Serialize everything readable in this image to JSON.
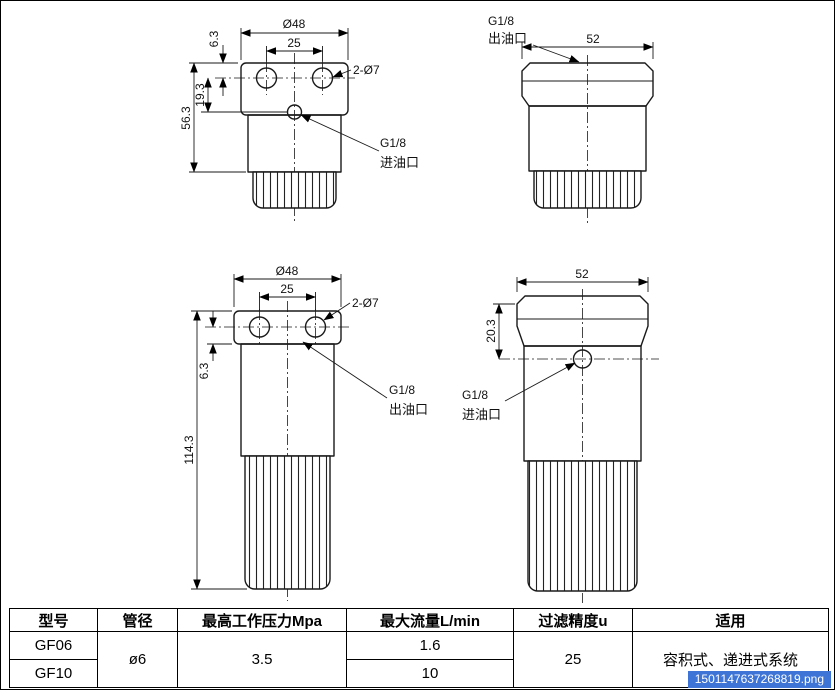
{
  "views": {
    "top_left": {
      "dia": "Ø48",
      "spacing": "25",
      "top_offset": "6.3",
      "port_offset": "19.3",
      "height": "56.3",
      "holes": "2-Ø7",
      "thread": "G1/8",
      "port": "进油口"
    },
    "top_right": {
      "thread": "G1/8",
      "port": "出油口",
      "width": "52"
    },
    "bottom_left": {
      "dia": "Ø48",
      "spacing": "25",
      "holes": "2-Ø7",
      "bottom_offset": "6.3",
      "height": "114.3",
      "thread": "G1/8",
      "port": "出油口"
    },
    "bottom_right": {
      "width": "52",
      "port_offset": "20.3",
      "thread": "G1/8",
      "port": "进油口"
    }
  },
  "table": {
    "headers": [
      "型号",
      "管径",
      "最高工作压力Mpa",
      "最大流量L/min",
      "过滤精度u",
      "适用"
    ],
    "rows": [
      {
        "model": "GF06",
        "flow": "1.6"
      },
      {
        "model": "GF10",
        "flow": "10"
      }
    ],
    "pipe_diameter": "ø6",
    "max_pressure": "3.5",
    "filtration": "25",
    "application": "容积式、递进式系统"
  },
  "watermark": {
    "filename": "1501147637268819.png",
    "highlight_color": "#3e74d6"
  }
}
